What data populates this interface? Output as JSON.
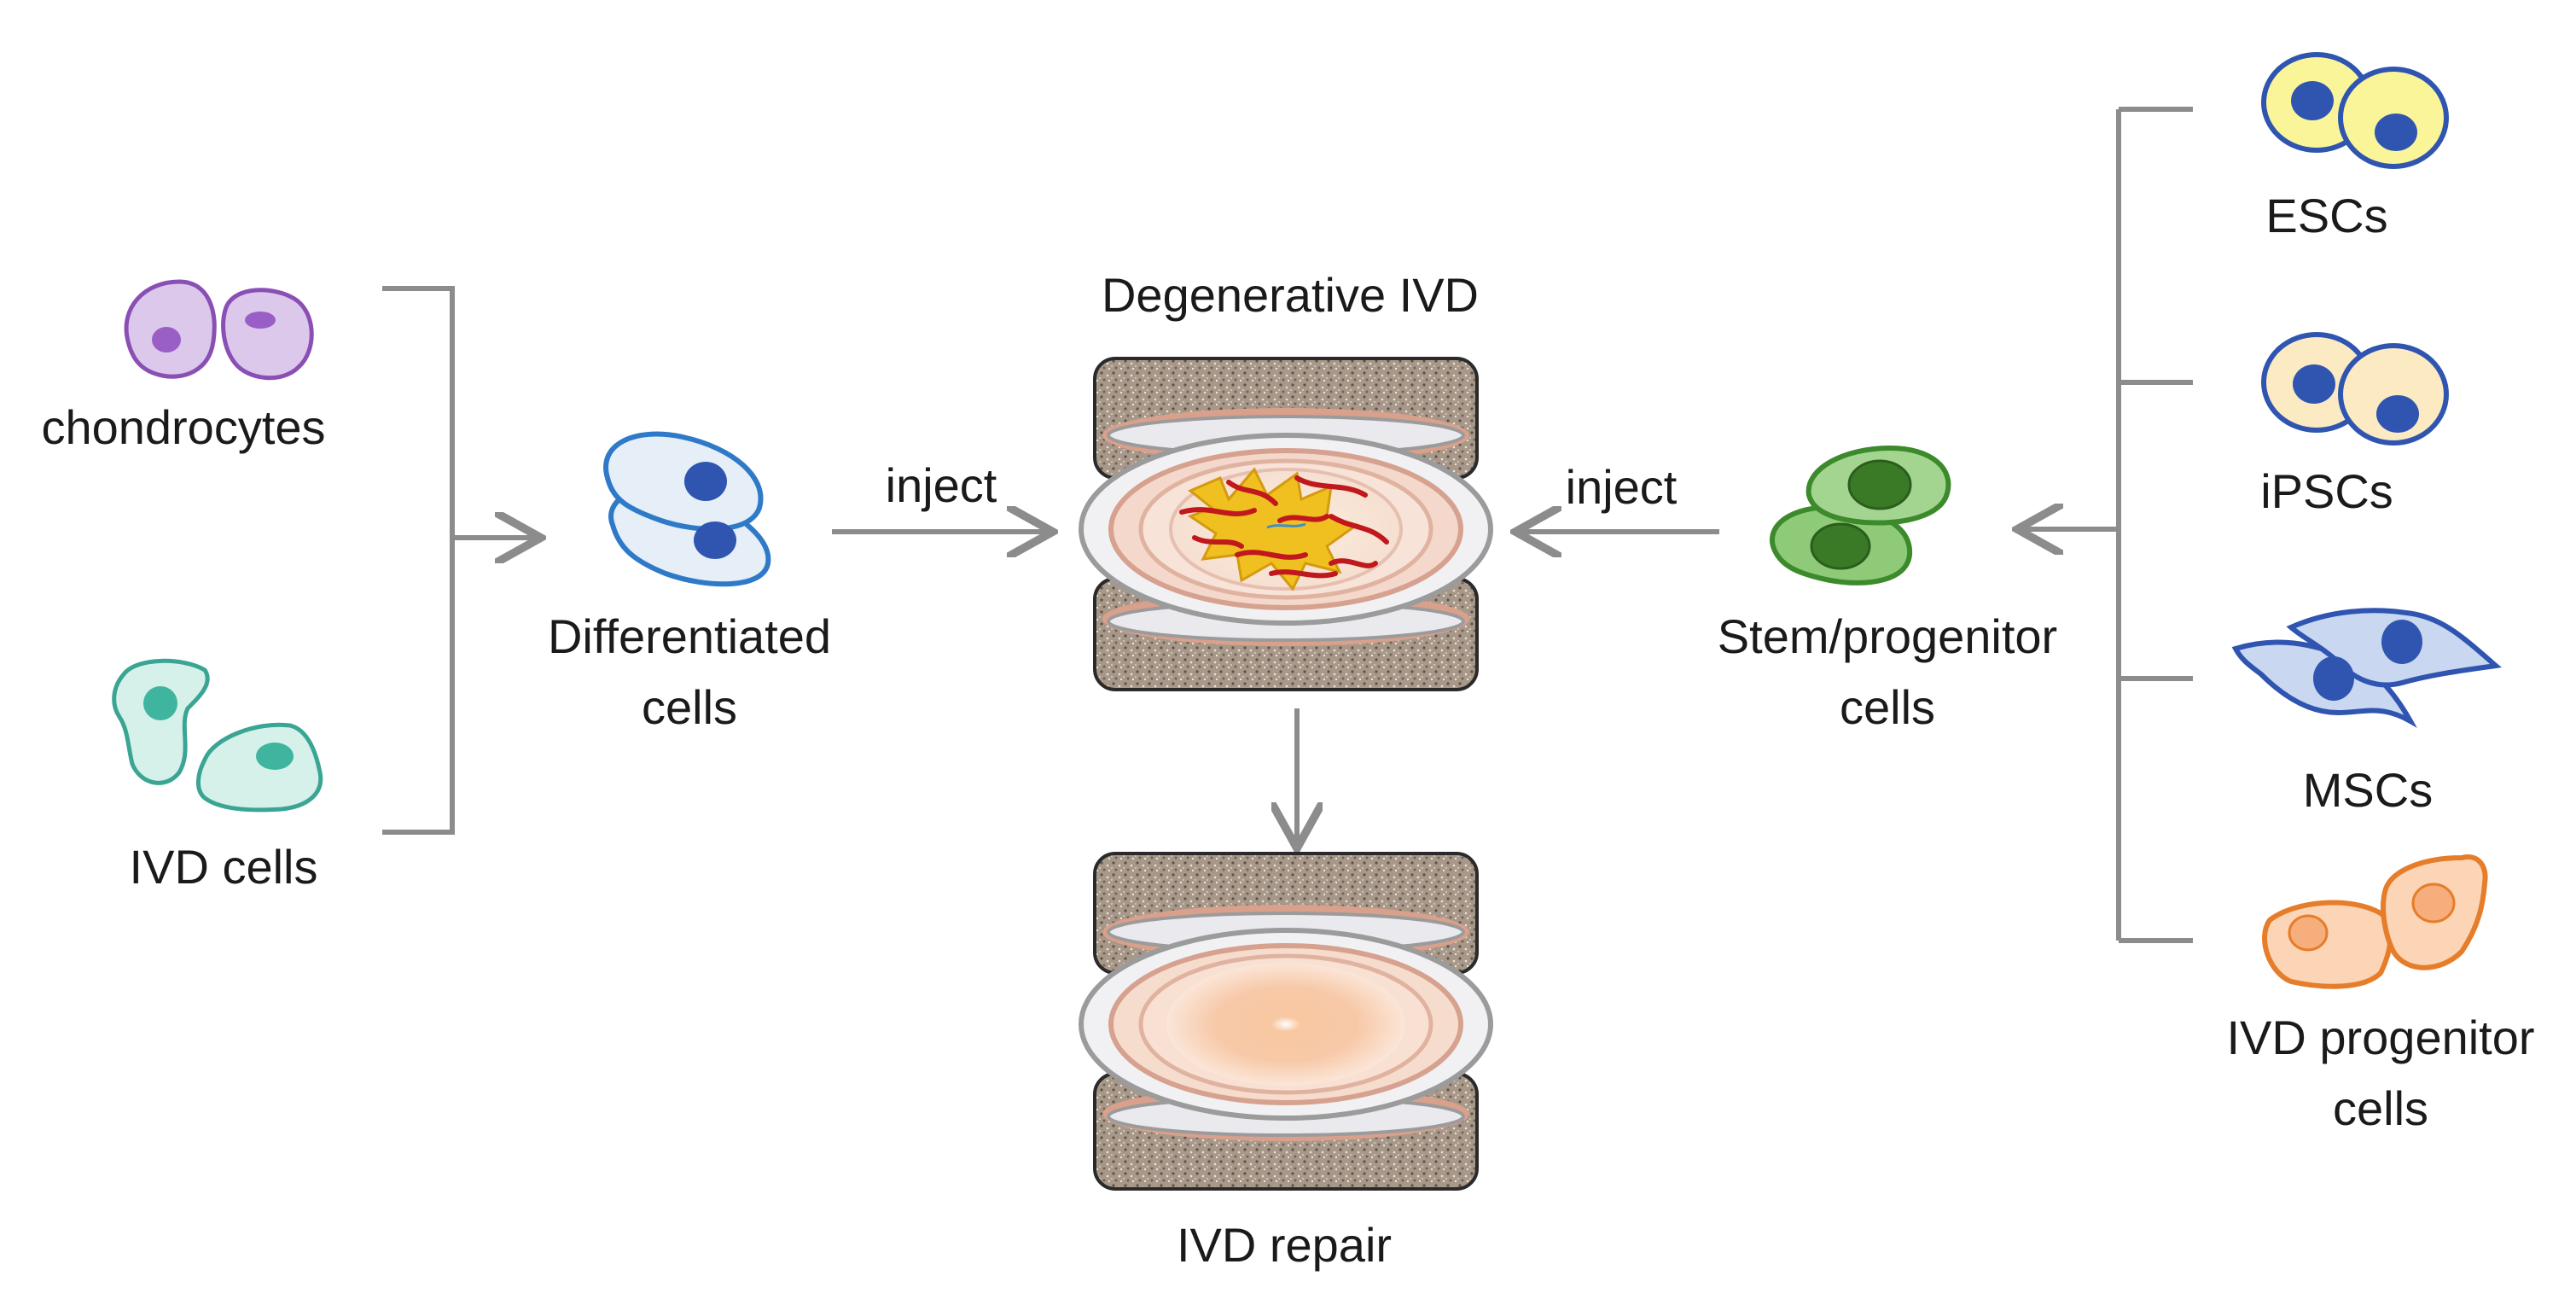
{
  "labels": {
    "chondrocytes": "chondrocytes",
    "ivd_cells": "IVD cells",
    "differentiated_line1": "Differentiated",
    "differentiated_line2": "cells",
    "inject_left": "inject",
    "inject_right": "inject",
    "degenerative_ivd": "Degenerative IVD",
    "ivd_repair": "IVD repair",
    "stem_line1": "Stem/progenitor",
    "stem_line2": "cells",
    "escs": "ESCs",
    "ipscs": "iPSCs",
    "mscs": "MSCs",
    "ivd_progenitor_line1": "IVD progenitor",
    "ivd_progenitor_line2": "cells"
  },
  "colors": {
    "arrow": "#8c8c8c",
    "chondrocyte_fill": "#dcc8ea",
    "chondrocyte_stroke": "#8a4fb5",
    "ivd_cell_fill": "#d6f0ea",
    "ivd_cell_stroke": "#3aa593",
    "differentiated_fill": "#e6eef8",
    "differentiated_stroke": "#2f7ac8",
    "stem_fill": "#9fd08a",
    "stem_stroke": "#3c8a2c",
    "esc_fill": "#fbf59a",
    "ipsc_fill": "#fbeac2",
    "msc_fill": "#c9d7f0",
    "progenitor_fill": "#fbd5b5",
    "progenitor_stroke": "#e67d2a",
    "nucleus_blue": "#2f55b0",
    "vertebra": "#9a8a7c",
    "annulus": "#d9a08c",
    "degenerate_core": "#f0c020",
    "degenerate_fibers": "#c0181c",
    "healthy_core": "#f5b98c"
  }
}
